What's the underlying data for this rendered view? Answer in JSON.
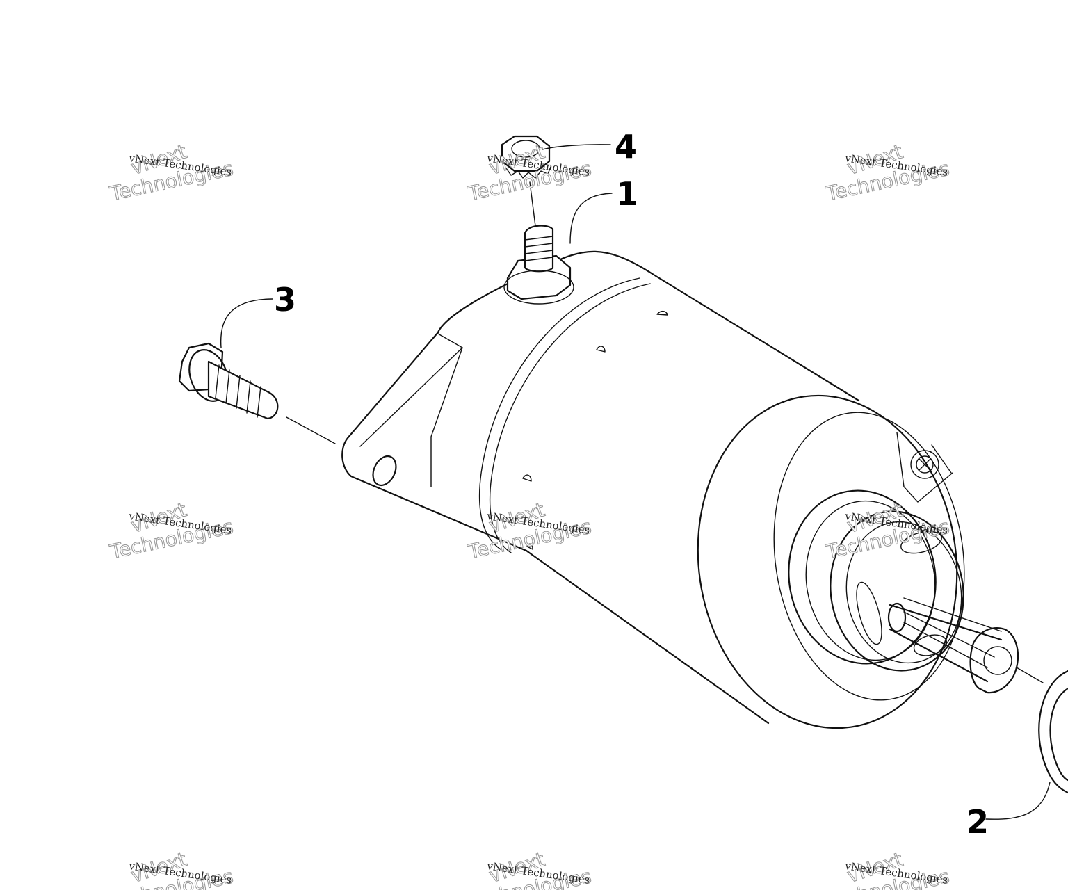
{
  "diagram": {
    "callouts": [
      {
        "id": "1",
        "label": "1"
      },
      {
        "id": "2",
        "label": "2"
      },
      {
        "id": "3",
        "label": "3"
      },
      {
        "id": "4",
        "label": "4"
      }
    ]
  },
  "watermark": {
    "line_small": "vNext Technologies",
    "word_top": "vNext",
    "word_bottom": "Technologies"
  }
}
